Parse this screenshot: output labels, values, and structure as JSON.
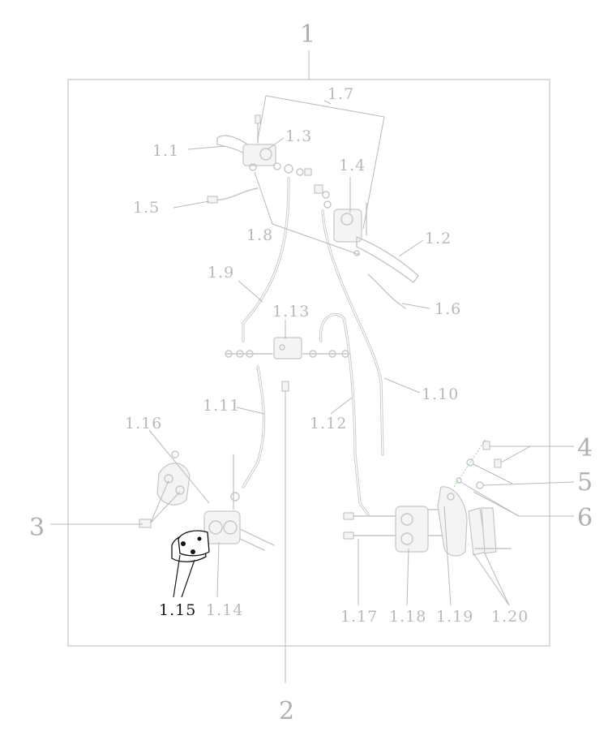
{
  "group_label": "1",
  "callouts": {
    "c1_1": "1.1",
    "c1_2": "1.2",
    "c1_3": "1.3",
    "c1_4": "1.4",
    "c1_5": "1.5",
    "c1_6": "1.6",
    "c1_7": "1.7",
    "c1_8": "1.8",
    "c1_9": "1.9",
    "c1_10": "1.10",
    "c1_11": "1.11",
    "c1_12": "1.12",
    "c1_13": "1.13",
    "c1_14": "1.14",
    "c1_15": "1.15",
    "c1_16": "1.16",
    "c1_17": "1.17",
    "c1_18": "1.18",
    "c1_19": "1.19",
    "c1_20": "1.20"
  },
  "external_callouts": {
    "c2": "2",
    "c3": "3",
    "c4": "4",
    "c5": "5",
    "c6": "6"
  },
  "colors": {
    "inactive": "#b9b9b9",
    "active": "#1a1a1a",
    "frame": "#c4c4c4",
    "background": "#ffffff"
  },
  "highlighted_part": "1.15"
}
